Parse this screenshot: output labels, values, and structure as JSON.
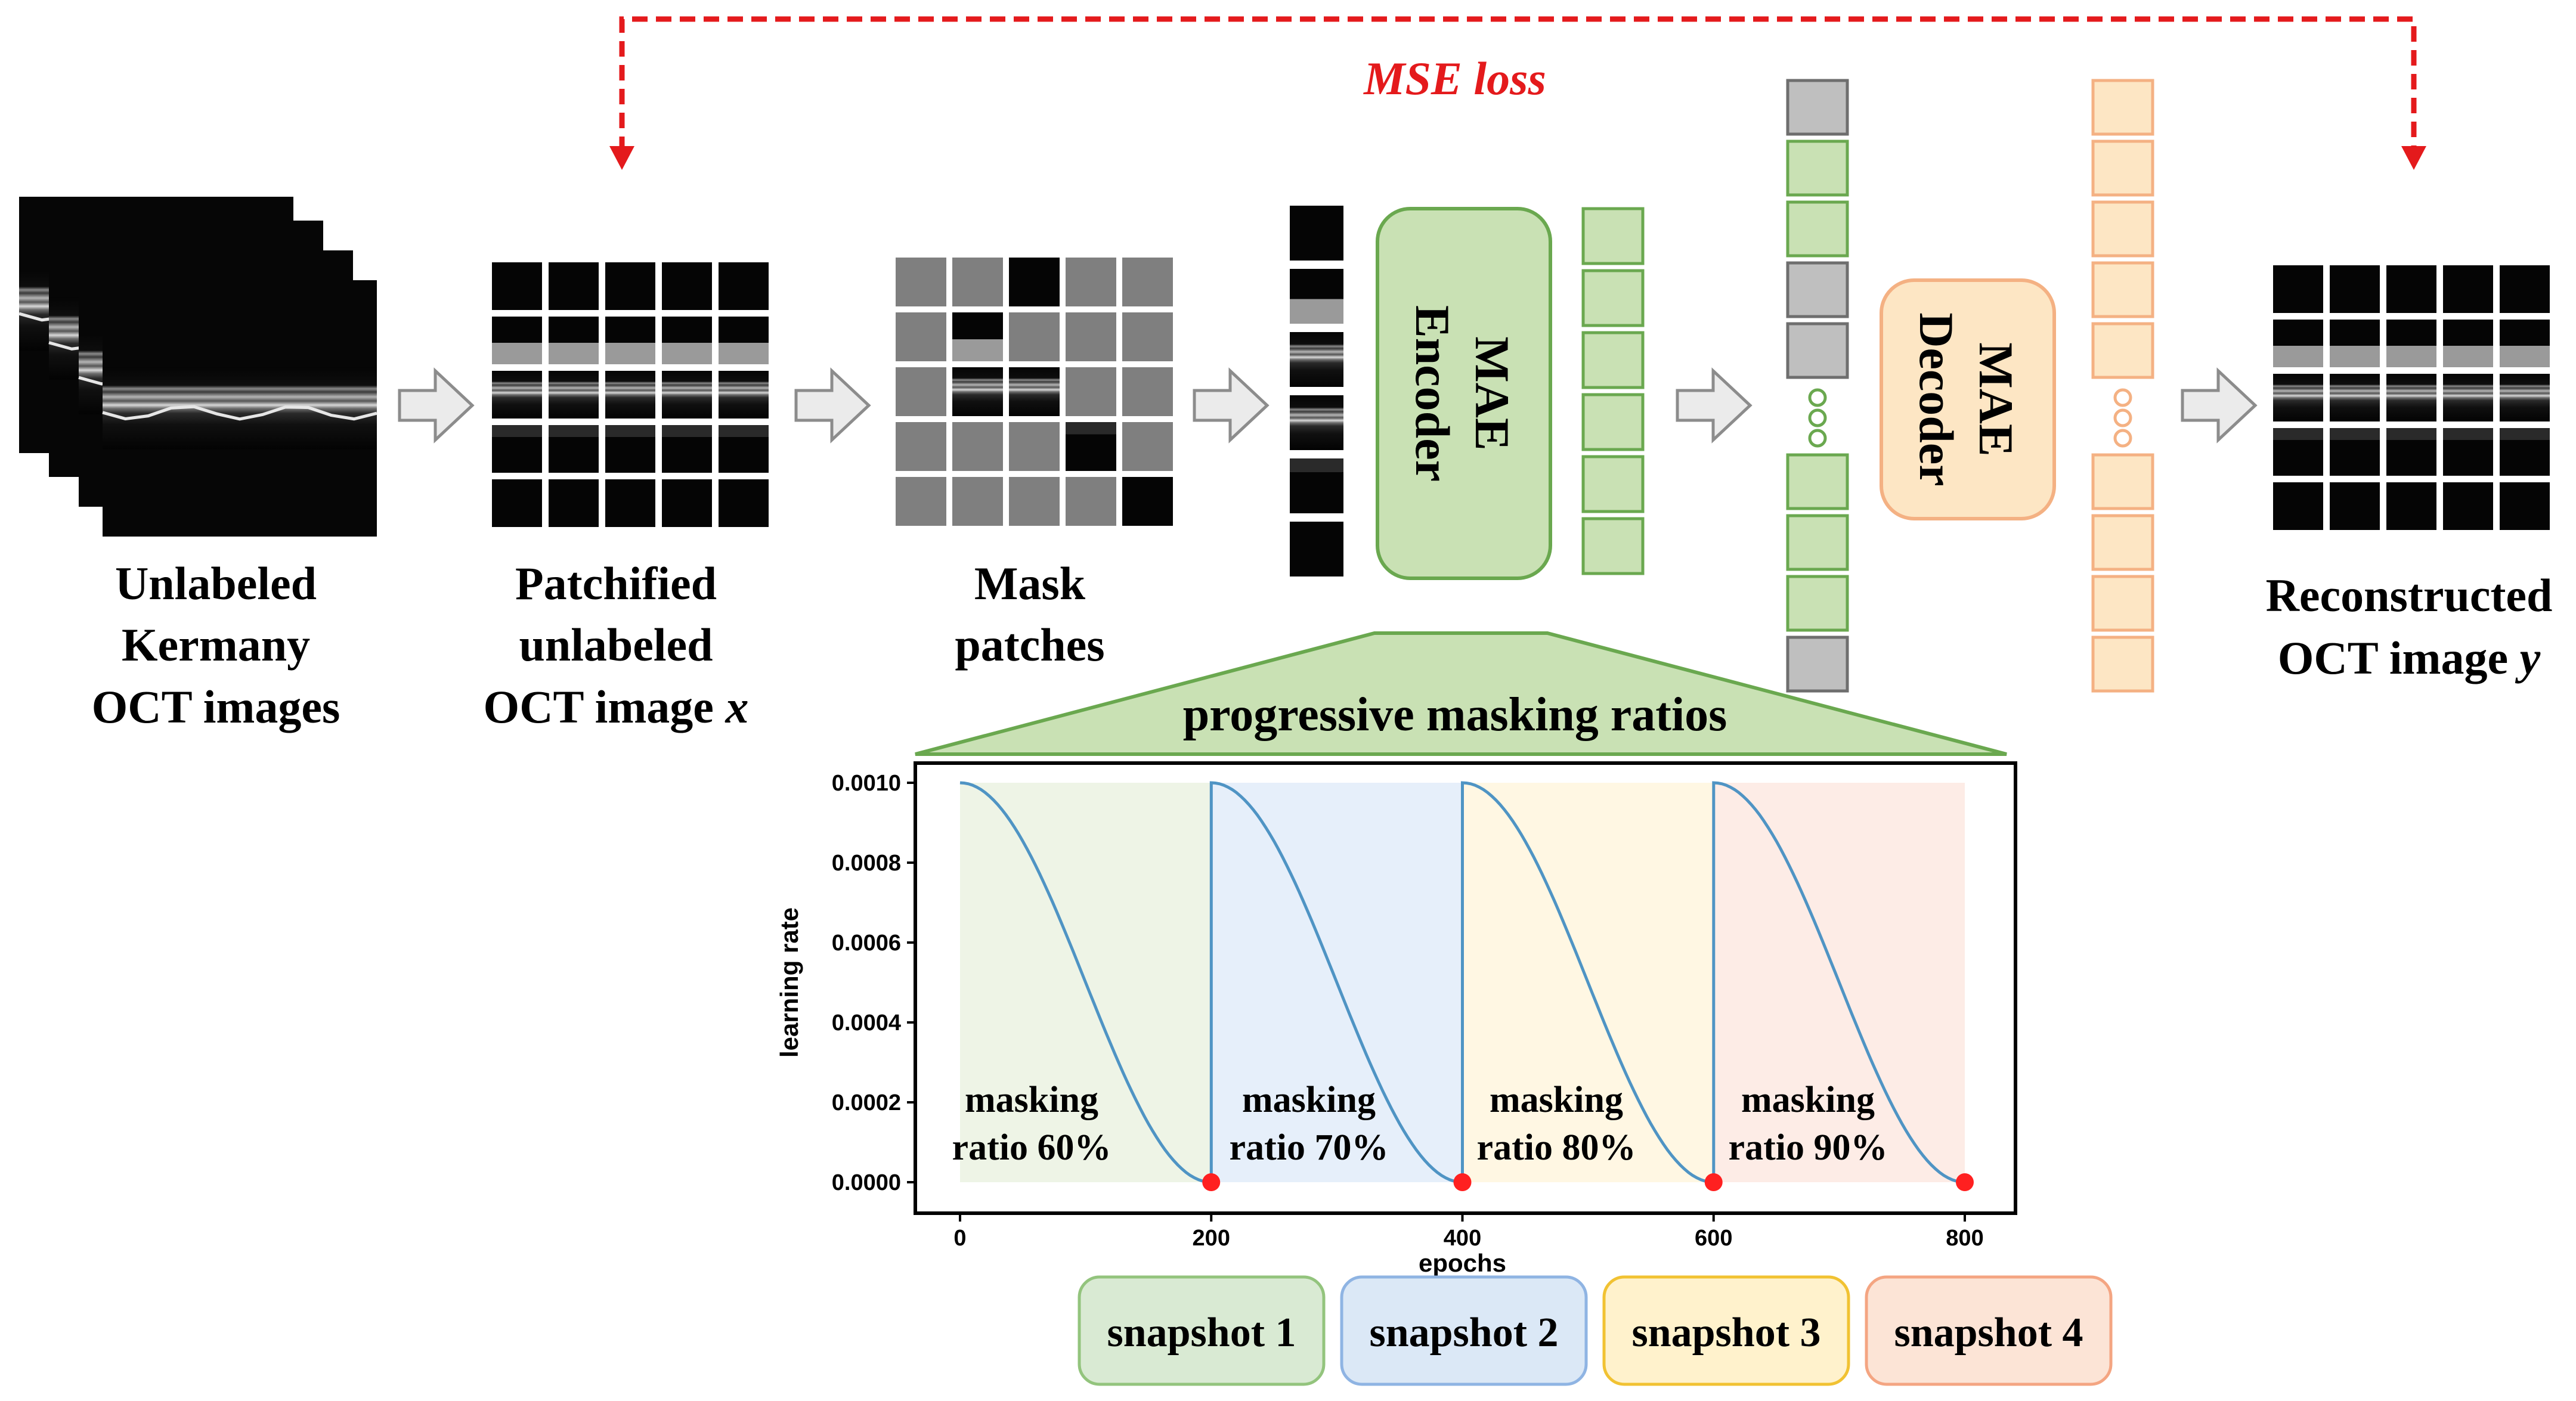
{
  "colors": {
    "loss_red": "#e41a1c",
    "encoder_fill": "#c9e1b4",
    "encoder_stroke": "#6aa84f",
    "decoder_fill": "#fde6c4",
    "decoder_stroke": "#f4b183",
    "mask_gray": "#7f7f7f",
    "token_gray": "#bfbfbf",
    "triangle_fill": "#c9e1b4",
    "curve_blue": "#4f94c4",
    "marker_red": "#ff2020",
    "phase_bg": [
      "#eef4e6",
      "#e6effa",
      "#fff7e3",
      "#fdece6"
    ],
    "snapshot_fill": [
      "#d9ead3",
      "#dbe8f6",
      "#fff2cc",
      "#fce4d6"
    ],
    "snapshot_stroke": [
      "#93c47d",
      "#8fb4e3",
      "#f1c232",
      "#f4a582"
    ]
  },
  "loss": {
    "label": "MSE loss"
  },
  "labels": {
    "input": [
      "Unlabeled",
      "Kermany",
      "OCT images"
    ],
    "patchified": [
      "Patchified",
      "unlabeled",
      "OCT image "
    ],
    "patchified_var": "x",
    "mask": [
      "Mask",
      "patches"
    ],
    "reconstructed": [
      "Reconstructed",
      "OCT image "
    ],
    "reconstructed_var": "y",
    "encoder": [
      "MAE",
      "Encoder"
    ],
    "decoder": [
      "MAE",
      "Decoder"
    ],
    "triangle_title": "progressive masking ratios"
  },
  "chart_data": {
    "type": "line",
    "xlabel": "epochs",
    "ylabel": "learning rate",
    "xlim": [
      0,
      800
    ],
    "ylim": [
      0,
      0.001
    ],
    "xticks": [
      "0",
      "200",
      "400",
      "600",
      "800"
    ],
    "yticks": [
      "0.0000",
      "0.0002",
      "0.0004",
      "0.0006",
      "0.0008",
      "0.0010"
    ],
    "max_lr": 0.001,
    "cycle_length": 200,
    "markers_x": [
      200,
      400,
      600,
      800
    ],
    "phases": [
      {
        "start": 0,
        "end": 200,
        "label": [
          "masking",
          "ratio 60%"
        ]
      },
      {
        "start": 200,
        "end": 400,
        "label": [
          "masking",
          "ratio 70%"
        ]
      },
      {
        "start": 400,
        "end": 600,
        "label": [
          "masking",
          "ratio 80%"
        ]
      },
      {
        "start": 600,
        "end": 800,
        "label": [
          "masking",
          "ratio 90%"
        ]
      }
    ]
  },
  "snapshots": [
    "snapshot 1",
    "snapshot 2",
    "snapshot 3",
    "snapshot 4"
  ]
}
